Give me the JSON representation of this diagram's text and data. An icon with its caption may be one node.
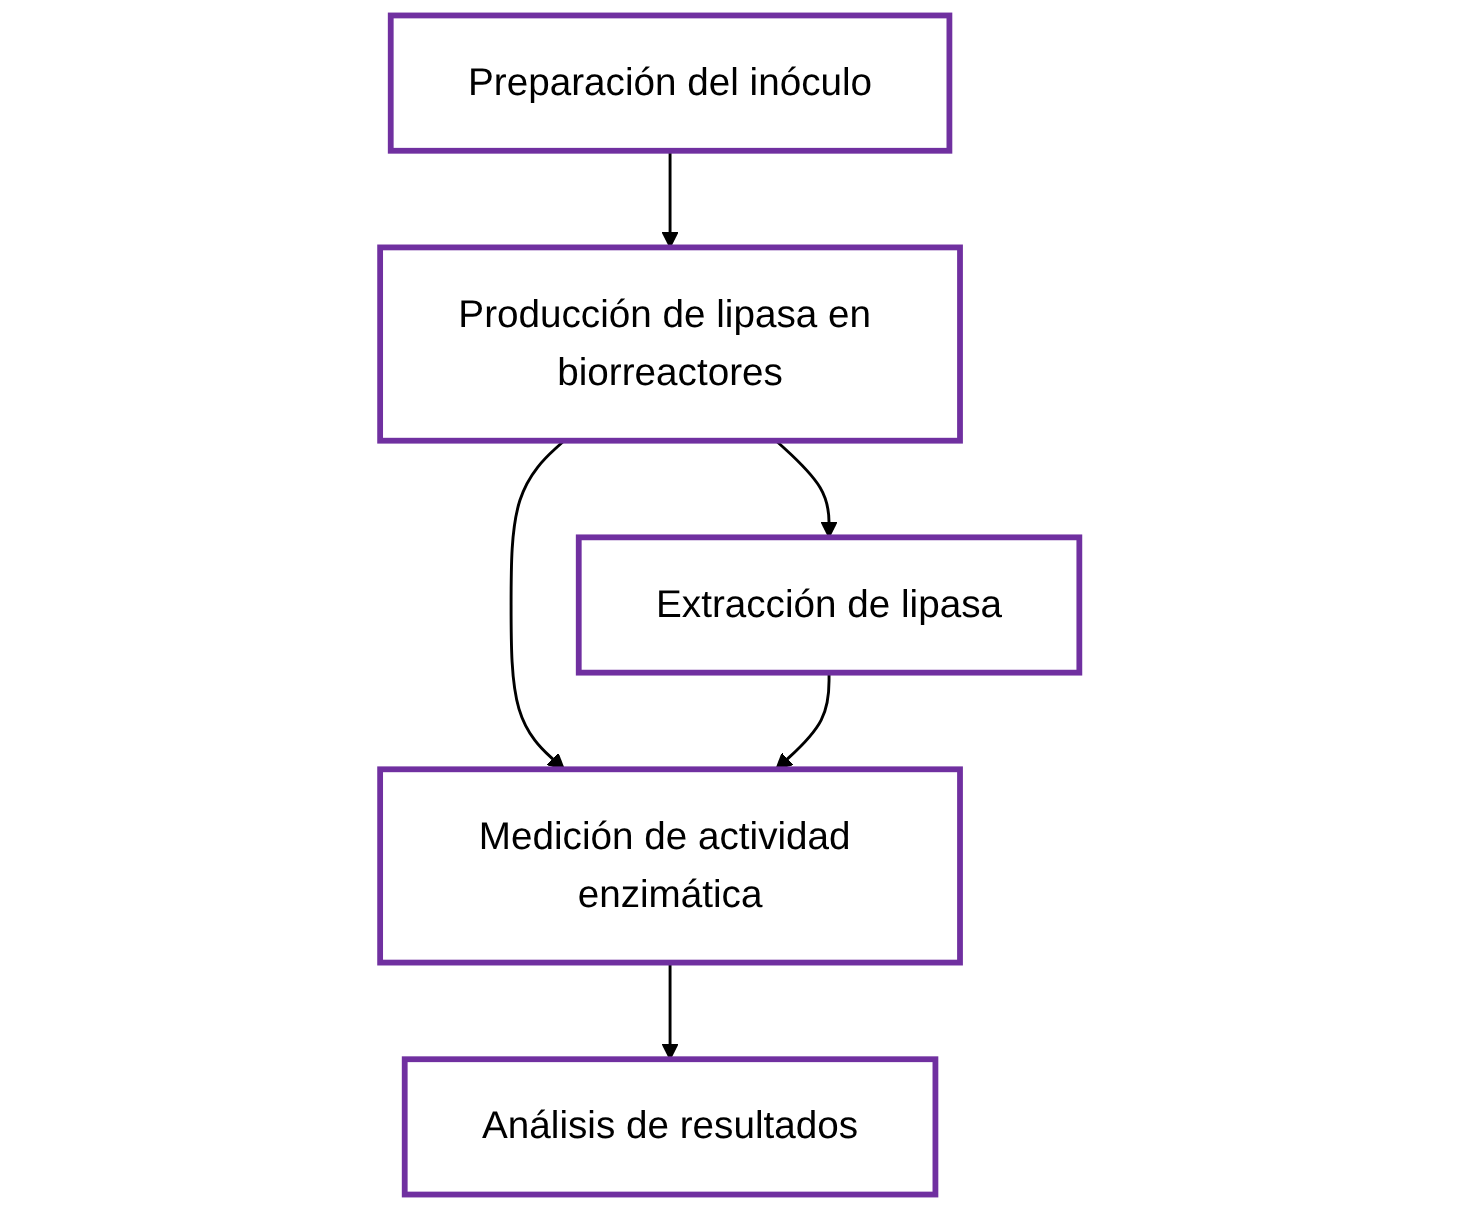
{
  "diagram": {
    "nodes": [
      {
        "text": [
          "Preparación del inóculo"
        ]
      },
      {
        "text": [
          "Producción de lipasa en biorreactores"
        ]
      },
      {
        "text": [
          "Extracción de lipasa"
        ]
      },
      {
        "text": [
          "Medición de actividad enzimática"
        ]
      },
      {
        "text": [
          "Análisis de resultados"
        ]
      }
    ],
    "edges": [
      {
        "from": 0,
        "to": 1,
        "arrow": "to"
      },
      {
        "from": 1,
        "to": 2,
        "arrow": "to"
      },
      {
        "from": 1,
        "to": 3,
        "arrow": "to"
      },
      {
        "from": 2,
        "to": 3,
        "arrow": "to"
      },
      {
        "from": 3,
        "to": 4,
        "arrow": "to"
      }
    ]
  }
}
